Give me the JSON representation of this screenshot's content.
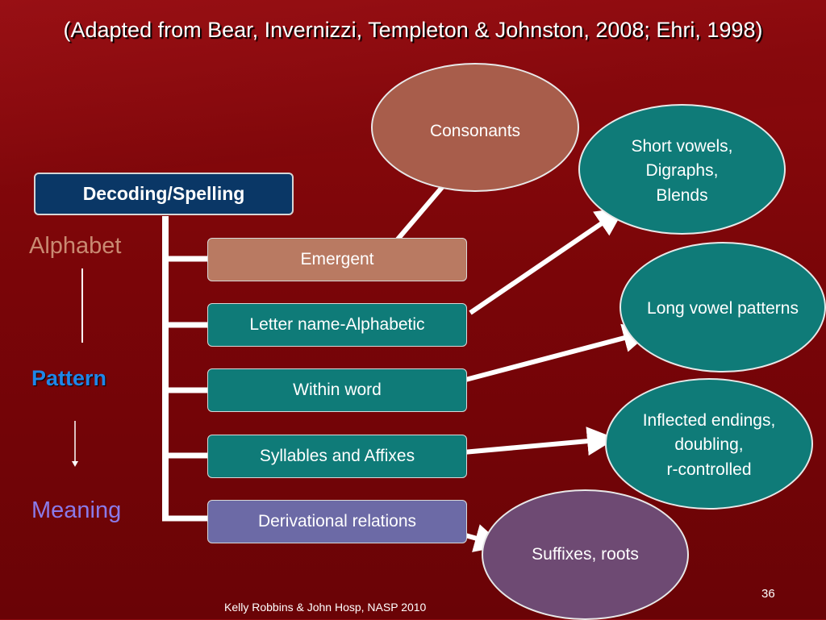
{
  "slide": {
    "title": "(Adapted from Bear, Invernizzi, Templeton & Johnston, 2008; Ehri, 1998)",
    "header": "Decoding/Spelling",
    "side_labels": {
      "alphabet": "Alphabet",
      "pattern": "Pattern",
      "meaning": "Meaning"
    },
    "stages": [
      {
        "label": "Emergent"
      },
      {
        "label": "Letter name-Alphabetic"
      },
      {
        "label": "Within word"
      },
      {
        "label": "Syllables and Affixes"
      },
      {
        "label": "Derivational relations"
      }
    ],
    "features": [
      {
        "lines": [
          "Consonants"
        ]
      },
      {
        "lines": [
          "Short vowels,",
          "Digraphs,",
          "Blends"
        ]
      },
      {
        "lines": [
          "Long vowel patterns"
        ]
      },
      {
        "lines": [
          "Inflected endings,",
          "doubling,",
          "r-controlled"
        ]
      },
      {
        "lines": [
          "Suffixes, roots"
        ]
      }
    ],
    "footer": "Kelly Robbins & John Hosp,  NASP 2010",
    "page_number": "36"
  },
  "colors": {
    "background": "#7a0508",
    "header_box": "#0a3766",
    "stage_emergent": "#b97a62",
    "stage_teal": "#0f7b78",
    "stage_derivational": "#6c6aa6",
    "ellipse_consonants": "#a85d4b",
    "ellipse_teal": "#0f7b78",
    "ellipse_suffixes": "#6e4a73",
    "label_alphabet": "#c98a72",
    "label_pattern": "#1f86e8",
    "label_meaning": "#8a7ae8"
  }
}
